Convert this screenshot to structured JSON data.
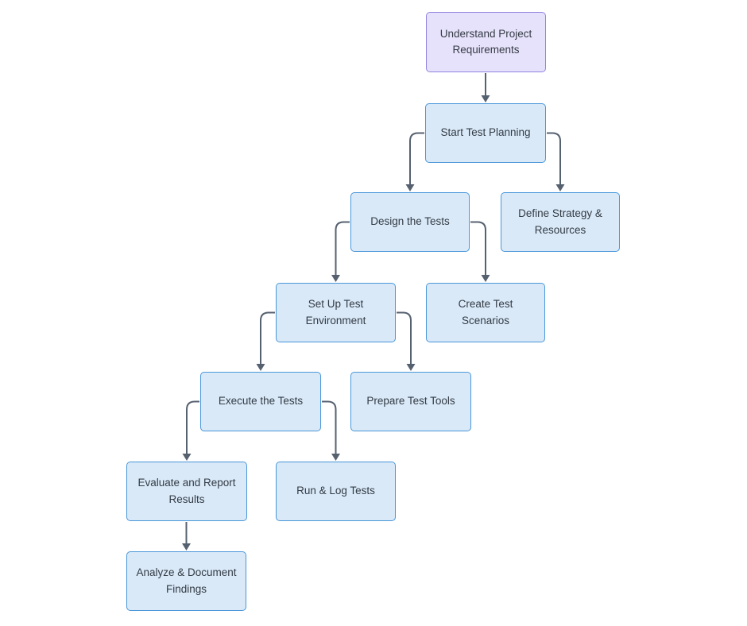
{
  "diagram": {
    "type": "flowchart",
    "direction": "top-down",
    "colors": {
      "background": "#ffffff",
      "node_fill": "#d9e9f8",
      "node_border": "#4a97d9",
      "start_node_fill": "#e7e2fb",
      "start_node_border": "#9283e0",
      "edge": "#566170",
      "text": "#333b44"
    },
    "nodes": [
      {
        "id": "understand",
        "label": "Understand Project Requirements",
        "style": "start"
      },
      {
        "id": "start",
        "label": "Start Test Planning",
        "style": "default"
      },
      {
        "id": "design",
        "label": "Design the Tests",
        "style": "default"
      },
      {
        "id": "define",
        "label": "Define Strategy & Resources",
        "style": "default"
      },
      {
        "id": "setup",
        "label": "Set Up Test Environment",
        "style": "default"
      },
      {
        "id": "create",
        "label": "Create Test Scenarios",
        "style": "default"
      },
      {
        "id": "execute",
        "label": "Execute the Tests",
        "style": "default"
      },
      {
        "id": "prepare",
        "label": "Prepare Test Tools",
        "style": "default"
      },
      {
        "id": "evaluate",
        "label": "Evaluate and Report Results",
        "style": "default"
      },
      {
        "id": "runlog",
        "label": "Run & Log Tests",
        "style": "default"
      },
      {
        "id": "analyze",
        "label": "Analyze & Document Findings",
        "style": "default"
      }
    ],
    "edges": [
      {
        "from": "understand",
        "to": "start"
      },
      {
        "from": "start",
        "to": "design"
      },
      {
        "from": "start",
        "to": "define"
      },
      {
        "from": "design",
        "to": "setup"
      },
      {
        "from": "design",
        "to": "create"
      },
      {
        "from": "setup",
        "to": "execute"
      },
      {
        "from": "setup",
        "to": "prepare"
      },
      {
        "from": "execute",
        "to": "evaluate"
      },
      {
        "from": "execute",
        "to": "runlog"
      },
      {
        "from": "evaluate",
        "to": "analyze"
      }
    ]
  }
}
